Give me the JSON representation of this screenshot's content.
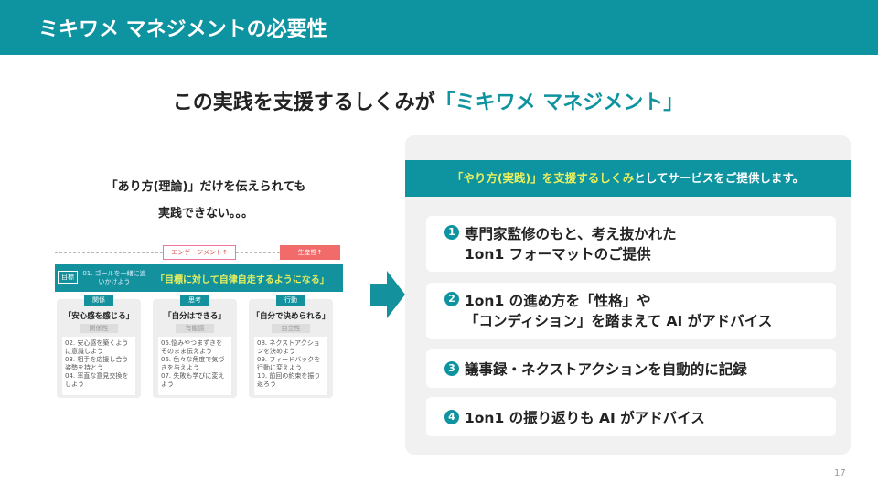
{
  "header": {
    "title": "ミキワメ マネジメントの必要性"
  },
  "headline": {
    "prefix": "この実践を支援するしくみが",
    "accent": "「ミキワメ マネジメント」"
  },
  "left_text": {
    "line1": "「あり方(理論)」だけを伝えられても",
    "line2": "実践できない。。。"
  },
  "diagram": {
    "engagement": "エンゲージメント↑",
    "productivity": "生産性↑",
    "goal_tag": "目標",
    "goal_sub": "01. ゴールを一緒に追いかけよう",
    "goal_main": "「目標に対して自律自走するようになる」",
    "columns": [
      {
        "category": "関係",
        "heading": "「安心感を感じる」",
        "sub": "関係性",
        "items": [
          "02. 安心感を築くように意識しよう",
          "03. 相手を応援し合う姿勢を持とう",
          "04. 率直な意見交換をしよう"
        ]
      },
      {
        "category": "思考",
        "heading": "「自分はできる」",
        "sub": "有能感",
        "items": [
          "05.悩みやつまずきをそのまま伝えよう",
          "06. 色々な角度で気づきを与えよう",
          "07. 失敗も学びに変えよう"
        ]
      },
      {
        "category": "行動",
        "heading": "「自分で決められる」",
        "sub": "自立性",
        "items": [
          "08. ネクストアクションを決めよう",
          "09. フィードバックを行動に変えよう",
          "10. 前回の約束を振り返ろう"
        ]
      }
    ]
  },
  "panel": {
    "band_accent": "「やり方(実践)」を支援するしくみ",
    "band_rest": "としてサービスをご提供します。",
    "items": [
      {
        "num": "1",
        "lines": [
          "専門家監修のもと、考え抜かれた",
          "1on1 フォーマットのご提供"
        ]
      },
      {
        "num": "2",
        "lines": [
          "1on1 の進め方を「性格」や",
          "「コンディション」を踏まえて AI がアドバイス"
        ]
      },
      {
        "num": "3",
        "lines": [
          "議事録・ネクストアクションを自動的に記録"
        ]
      },
      {
        "num": "4",
        "lines": [
          "1on1 の振り返りも AI がアドバイス"
        ]
      }
    ]
  },
  "page_number": "17"
}
